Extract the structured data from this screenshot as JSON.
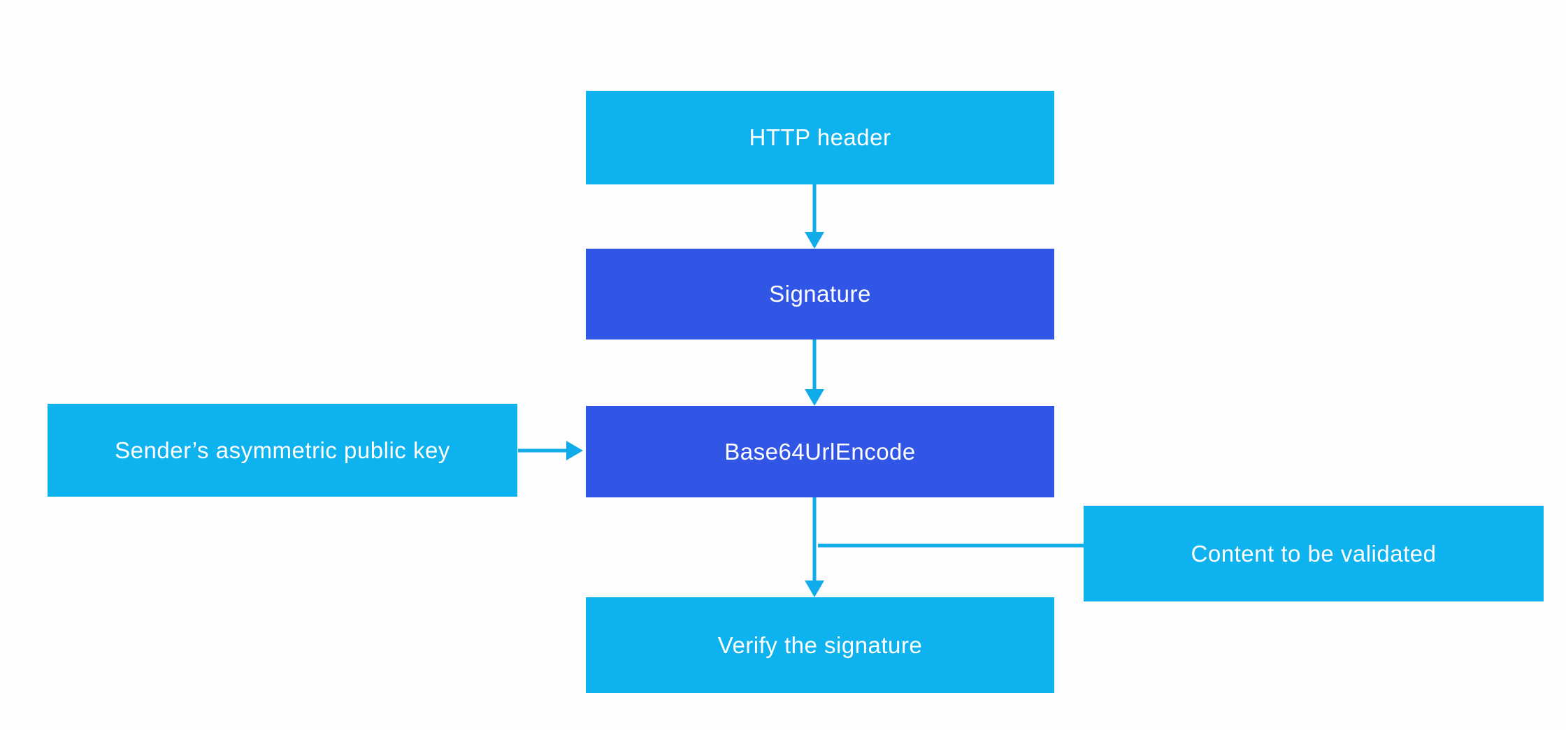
{
  "diagram": {
    "type": "flowchart",
    "background": "#FDFDFD",
    "colors": {
      "light_blue": "#0DB2EE",
      "dark_blue": "#3156E5",
      "arrow": "#10ACEA",
      "text": "#FFFFFF"
    },
    "nodes": [
      {
        "id": "http-header",
        "label": "HTTP header",
        "style": "light"
      },
      {
        "id": "signature",
        "label": "Signature",
        "style": "dark"
      },
      {
        "id": "base64urlencode",
        "label": "Base64UrlEncode",
        "style": "dark"
      },
      {
        "id": "sender-key",
        "label": "Sender’s asymmetric public key",
        "style": "light"
      },
      {
        "id": "content",
        "label": "Content to be validated",
        "style": "light"
      },
      {
        "id": "verify",
        "label": "Verify the signature",
        "style": "light"
      }
    ],
    "edges": [
      {
        "from": "HTTP header",
        "to": "Signature",
        "type": "arrow-down"
      },
      {
        "from": "Signature",
        "to": "Base64UrlEncode",
        "type": "arrow-down"
      },
      {
        "from": "Sender’s asymmetric public key",
        "to": "Base64UrlEncode",
        "type": "arrow-right"
      },
      {
        "from": "Base64UrlEncode",
        "to": "Verify the signature",
        "type": "arrow-down"
      },
      {
        "from": "Content to be validated",
        "to": "flow between Base64UrlEncode and Verify the signature",
        "type": "line"
      }
    ]
  }
}
